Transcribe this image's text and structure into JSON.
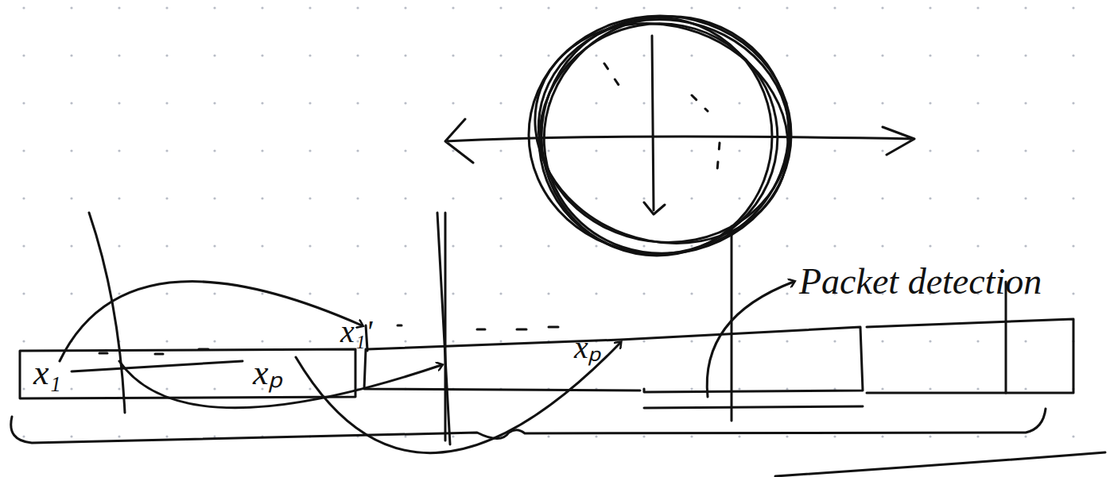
{
  "diagram": {
    "labels": [
      "x₁",
      "xₚ",
      "x₁'",
      "xₚ",
      "Packet detection"
    ]
  }
}
